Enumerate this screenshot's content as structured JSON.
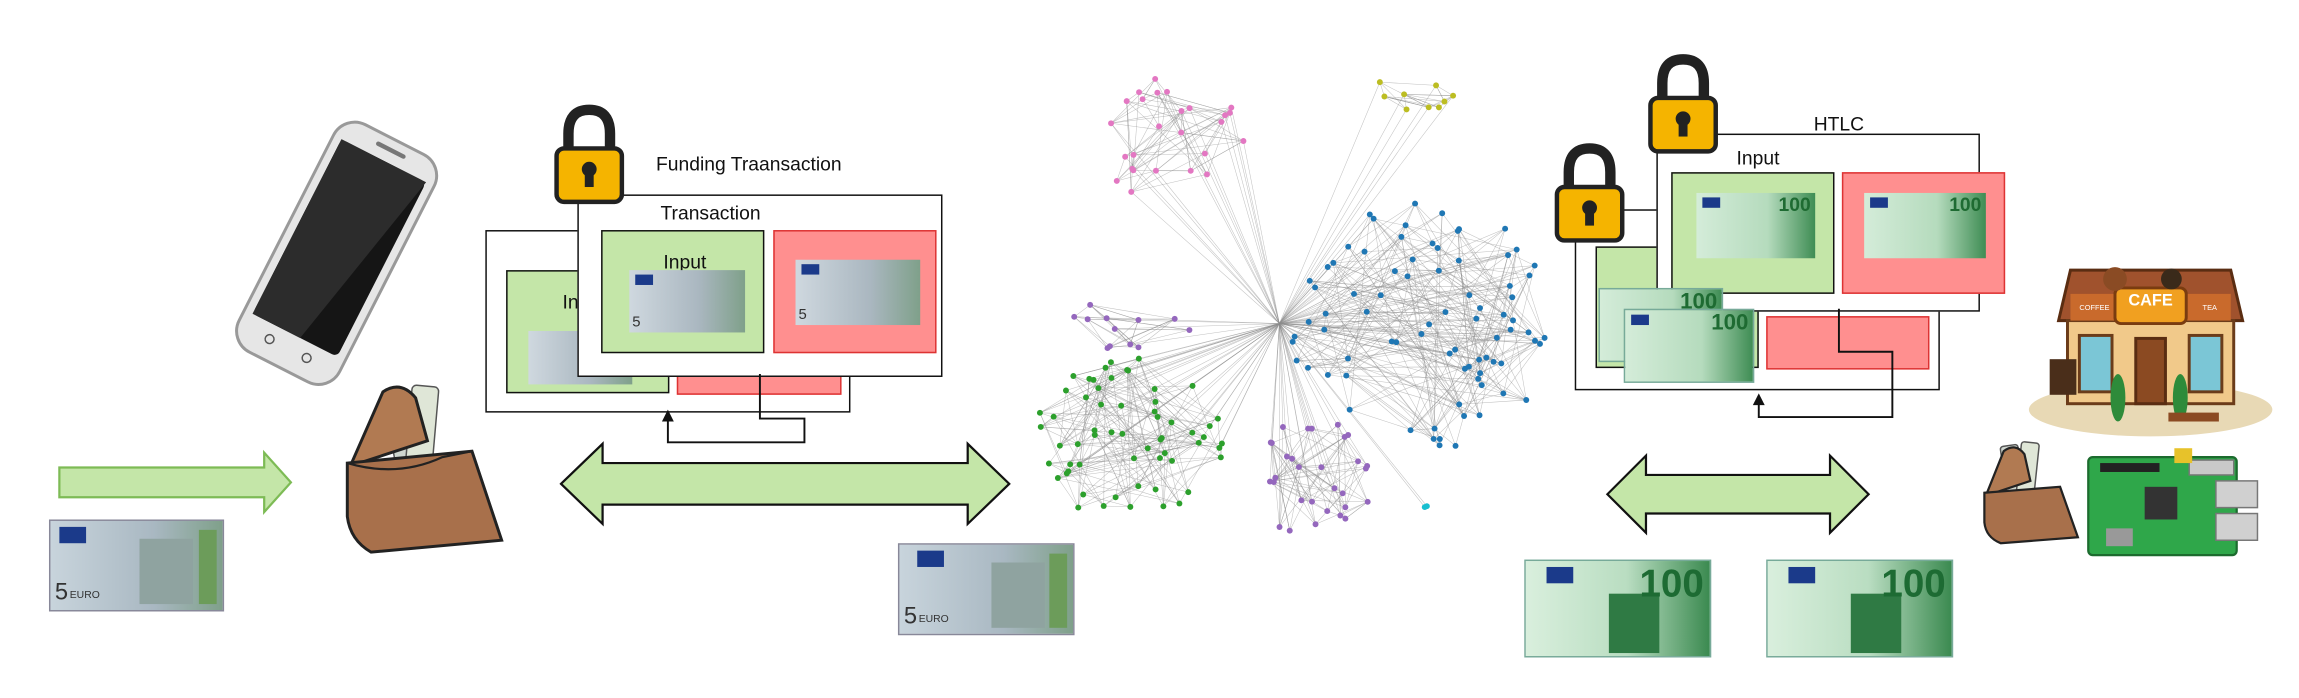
{
  "left_panel": {
    "funding_title": "Funding Traansaction",
    "transaction_title": "Transaction",
    "input_label": "Input",
    "input_label_partial": "In"
  },
  "right_panel": {
    "htlc_title": "HTLC",
    "input_label": "Input"
  },
  "banknotes": {
    "five_value": "5",
    "five_currency": "EURO",
    "hundred_value": "100"
  },
  "shop_sign": {
    "cafe": "CAFE",
    "left": "COFFEE",
    "right": "TEA"
  },
  "colors": {
    "green_fill": "#c4e6a8",
    "red_fill": "#ff8f8f",
    "lock_gold": "#f5b400",
    "cluster_pink": "#e377c2",
    "cluster_olive": "#bcbd22",
    "cluster_blue": "#1f77b4",
    "cluster_purple": "#9467bd",
    "cluster_green": "#2ca02c",
    "cluster_cyan": "#17becf"
  }
}
